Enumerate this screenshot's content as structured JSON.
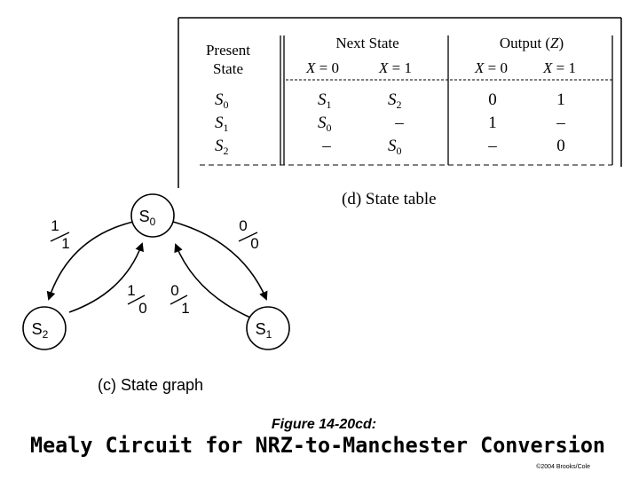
{
  "table": {
    "header_present_line1": "Present",
    "header_present_line2": "State",
    "header_next": "Next State",
    "header_output_prefix": "Output (",
    "header_output_var": "Z",
    "header_output_suffix": ")",
    "sub_x": "X",
    "sub_eq0": " = 0",
    "sub_eq1": " = 1",
    "rows": [
      {
        "state": "S",
        "state_sub": "0",
        "next0": "S",
        "next0_sub": "1",
        "next1": "S",
        "next1_sub": "2",
        "out0": "0",
        "out1": "1"
      },
      {
        "state": "S",
        "state_sub": "1",
        "next0": "S",
        "next0_sub": "0",
        "next1": "–",
        "next1_sub": "",
        "out0": "1",
        "out1": "–"
      },
      {
        "state": "S",
        "state_sub": "2",
        "next0": "–",
        "next0_sub": "",
        "next1": "S",
        "next1_sub": "0",
        "out0": "–",
        "out1": "0"
      }
    ],
    "caption": "(d)  State table"
  },
  "graph": {
    "nodes": [
      {
        "id": "s0",
        "label": "S",
        "sub": "0"
      },
      {
        "id": "s1",
        "label": "S",
        "sub": "1"
      },
      {
        "id": "s2",
        "label": "S",
        "sub": "2"
      }
    ],
    "edges": [
      {
        "id": "s0-s2",
        "input": "1",
        "output": "1"
      },
      {
        "id": "s0-s1",
        "input": "0",
        "output": "0"
      },
      {
        "id": "s2-s0",
        "input": "1",
        "output": "0"
      },
      {
        "id": "s1-s0",
        "input": "0",
        "output": "1"
      }
    ],
    "caption": "(c) State graph"
  },
  "figure": {
    "label": "Figure 14-20cd:",
    "title": "Mealy Circuit for NRZ-to-Manchester Conversion",
    "copyright": "©2004 Brooks/Cole"
  }
}
